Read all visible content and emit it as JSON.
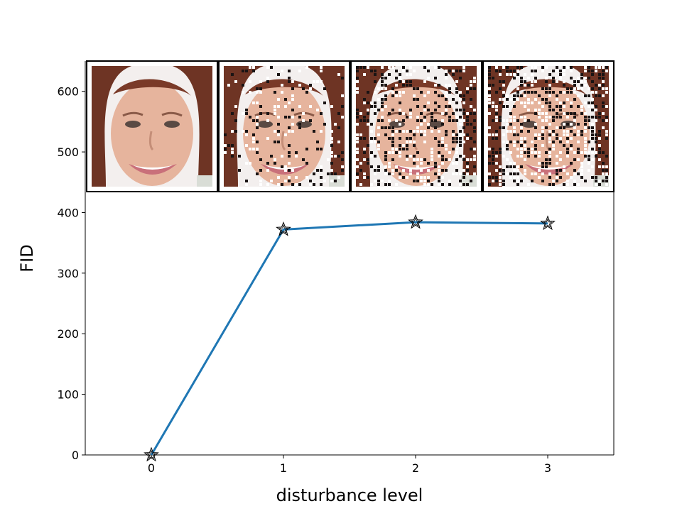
{
  "chart_data": {
    "type": "line",
    "title": "",
    "xlabel": "disturbance level",
    "ylabel": "FID",
    "x": [
      0,
      1,
      2,
      3
    ],
    "xticks": [
      "0",
      "1",
      "2",
      "3"
    ],
    "yticks": [
      "0",
      "100",
      "200",
      "300",
      "400",
      "500",
      "600"
    ],
    "xlim": [
      -0.5,
      3.5
    ],
    "ylim": [
      0,
      650
    ],
    "grid": false,
    "marker": "star",
    "series": [
      {
        "values": [
          0,
          372,
          384,
          382
        ],
        "color": "#1f77b4"
      }
    ],
    "inset_images": [
      {
        "depicts": "face-disturbance-0",
        "noise_level": 0
      },
      {
        "depicts": "face-disturbance-1",
        "noise_level": 0.22
      },
      {
        "depicts": "face-disturbance-2",
        "noise_level": 0.38
      },
      {
        "depicts": "face-disturbance-3",
        "noise_level": 0.5
      }
    ]
  }
}
